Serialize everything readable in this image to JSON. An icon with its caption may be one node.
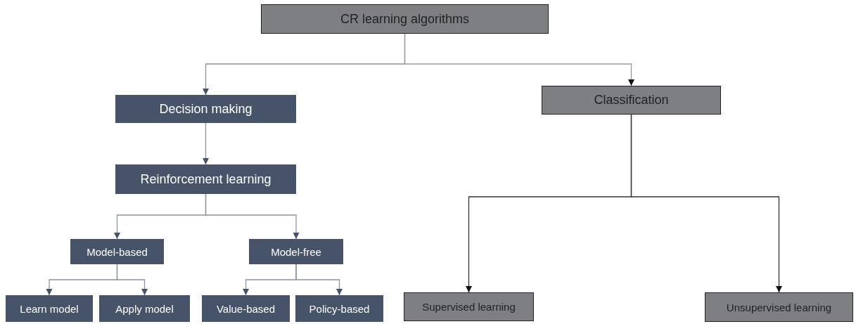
{
  "diagram": {
    "nodes": [
      {
        "text": [
          "CR learning algorithms"
        ]
      },
      {
        "text": [
          "Decision making"
        ]
      },
      {
        "text": [
          "Classification"
        ]
      },
      {
        "text": [
          "Reinforcement learning"
        ]
      },
      {
        "text": [
          "Model-based"
        ]
      },
      {
        "text": [
          "Model-free"
        ]
      },
      {
        "text": [
          "Learn model"
        ]
      },
      {
        "text": [
          "Apply model"
        ]
      },
      {
        "text": [
          "Value-based"
        ]
      },
      {
        "text": [
          "Policy-based"
        ]
      },
      {
        "text": [
          "Supervised learning"
        ]
      },
      {
        "text": [
          "Unsupervised learning"
        ]
      }
    ],
    "edges": [
      {
        "from": 0,
        "to": 1,
        "arrow": "to"
      },
      {
        "from": 0,
        "to": 2,
        "arrow": "to"
      },
      {
        "from": 1,
        "to": 3,
        "arrow": "to"
      },
      {
        "from": 3,
        "to": 4,
        "arrow": "to"
      },
      {
        "from": 3,
        "to": 5,
        "arrow": "to"
      },
      {
        "from": 4,
        "to": 6,
        "arrow": "to"
      },
      {
        "from": 4,
        "to": 7,
        "arrow": "to"
      },
      {
        "from": 5,
        "to": 8,
        "arrow": "to"
      },
      {
        "from": 5,
        "to": 9,
        "arrow": "to"
      },
      {
        "from": 2,
        "to": 10,
        "arrow": "to",
        "color": "#333333"
      },
      {
        "from": 2,
        "to": 11,
        "arrow": "to",
        "color": "#333333"
      }
    ]
  }
}
